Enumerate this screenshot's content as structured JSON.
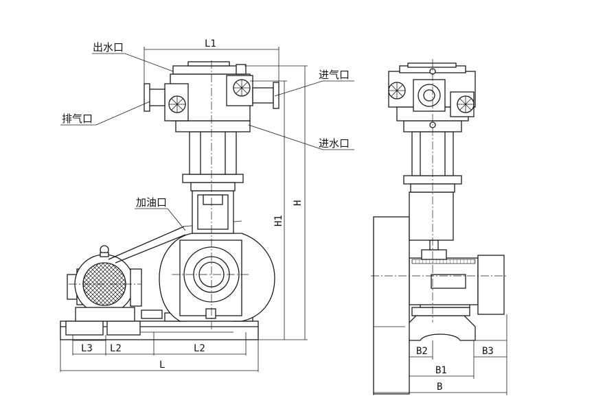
{
  "labels": {
    "outlet_water": "出水口",
    "inlet_gas": "进气口",
    "exhaust": "排气口",
    "inlet_water": "进水口",
    "oil_fill": "加油口"
  },
  "dimensions": {
    "L1": "L1",
    "H": "H",
    "H1": "H1",
    "L3": "L3",
    "L2_left": "L2",
    "L2_right": "L2",
    "L": "L",
    "B2": "B2",
    "B3": "B3",
    "B1": "B1",
    "B": "B"
  },
  "colors": {
    "line": "#1a1a1a",
    "background": "#ffffff"
  }
}
